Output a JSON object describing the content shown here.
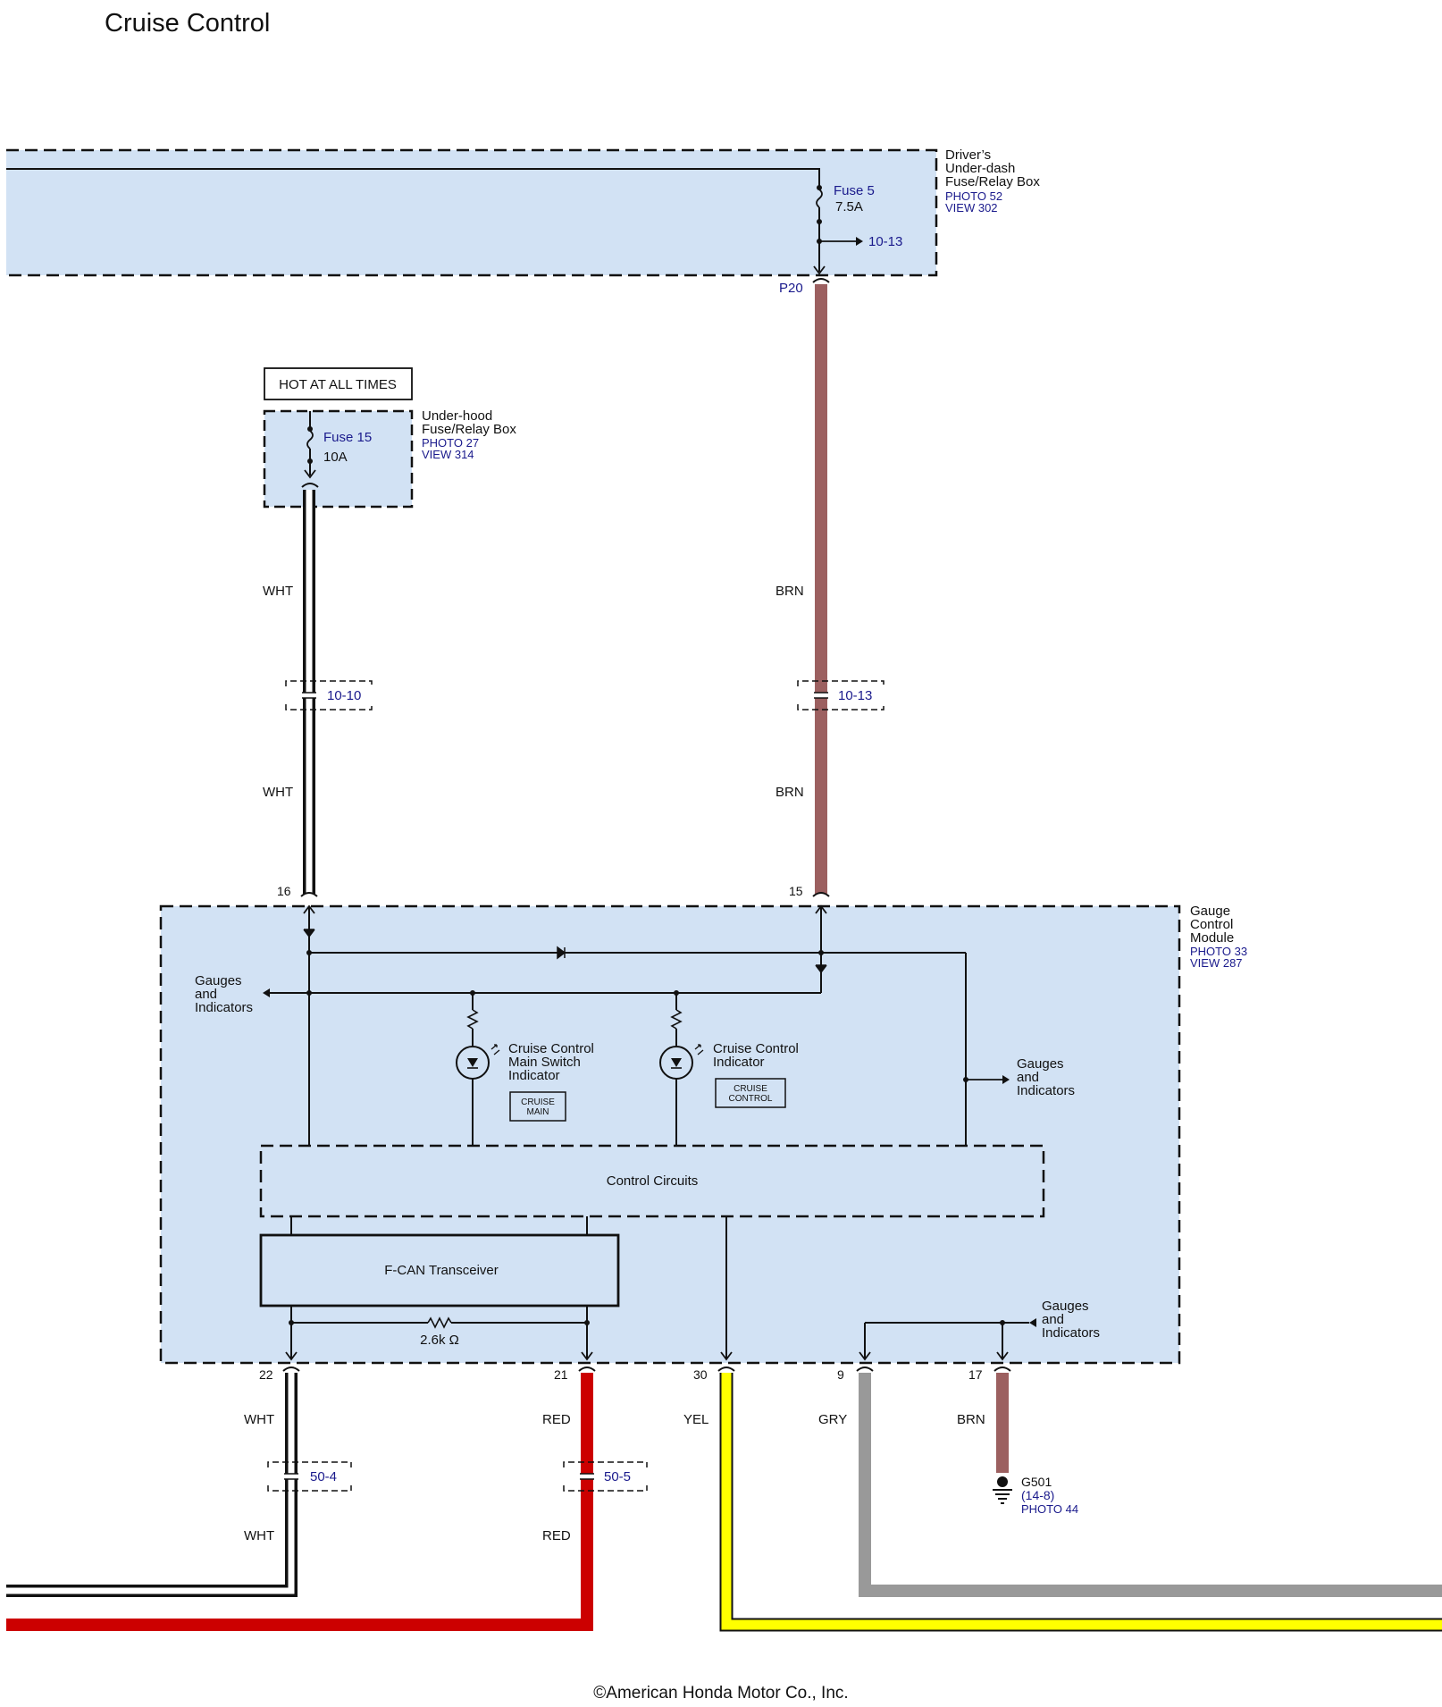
{
  "title": "Cruise Control",
  "copyright": "©American Honda Motor Co., Inc.",
  "underdash_box": {
    "name_line1": "Driver’s",
    "name_line2": "Under-dash",
    "name_line3": "Fuse/Relay Box",
    "photo": "PHOTO 52",
    "view": "VIEW 302",
    "fuse_label": "Fuse 5",
    "fuse_rating": "7.5A",
    "branch_ref": "10-13",
    "connector": "P20"
  },
  "hot_label": "HOT AT ALL TIMES",
  "underhood_box": {
    "name_line1": "Under-hood",
    "name_line2": "Fuse/Relay Box",
    "photo": "PHOTO 27",
    "view": "VIEW 314",
    "fuse_label": "Fuse 15",
    "fuse_rating": "10A"
  },
  "upper_wires": {
    "wht_upper": "WHT",
    "wht_lower": "WHT",
    "wht_ref": "10-10",
    "brn_upper": "BRN",
    "brn_lower": "BRN",
    "brn_ref": "10-13",
    "pin_wht": "16",
    "pin_brn": "15"
  },
  "gauge_module": {
    "name_line1": "Gauge",
    "name_line2": "Control",
    "name_line3": "Module",
    "photo": "PHOTO 33",
    "view": "VIEW 287",
    "gauges_left": [
      "Gauges",
      "and",
      "Indicators"
    ],
    "gauges_right": [
      "Gauges",
      "and",
      "Indicators"
    ],
    "gauges_bottom": [
      "Gauges",
      "and",
      "Indicators"
    ],
    "main_indicator": [
      "Cruise Control",
      "Main Switch",
      "Indicator"
    ],
    "main_badge": [
      "CRUISE",
      "MAIN"
    ],
    "cc_indicator": [
      "Cruise Control",
      "Indicator"
    ],
    "cc_badge": [
      "CRUISE",
      "CONTROL"
    ],
    "control_circuits": "Control Circuits",
    "fcan": "F-CAN Transceiver",
    "resistor": "2.6k Ω"
  },
  "lower_wires": {
    "pin22": "22",
    "pin21": "21",
    "pin30": "30",
    "pin9": "9",
    "pin17": "17",
    "wht_upper": "WHT",
    "wht_lower": "WHT",
    "wht_ref": "50-4",
    "red_upper": "RED",
    "red_lower": "RED",
    "red_ref": "50-5",
    "yel": "YEL",
    "gry": "GRY",
    "brn": "BRN"
  },
  "ground": {
    "name": "G501",
    "ref": "(14-8)",
    "photo": "PHOTO 44"
  },
  "colors": {
    "box_fill": "#d2e2f4",
    "brown_wire": "#9c6060",
    "red_wire": "#cc0000",
    "yellow_wire": "#ffff00",
    "gray_wire": "#999999",
    "ref_text": "#1a1a8c"
  }
}
